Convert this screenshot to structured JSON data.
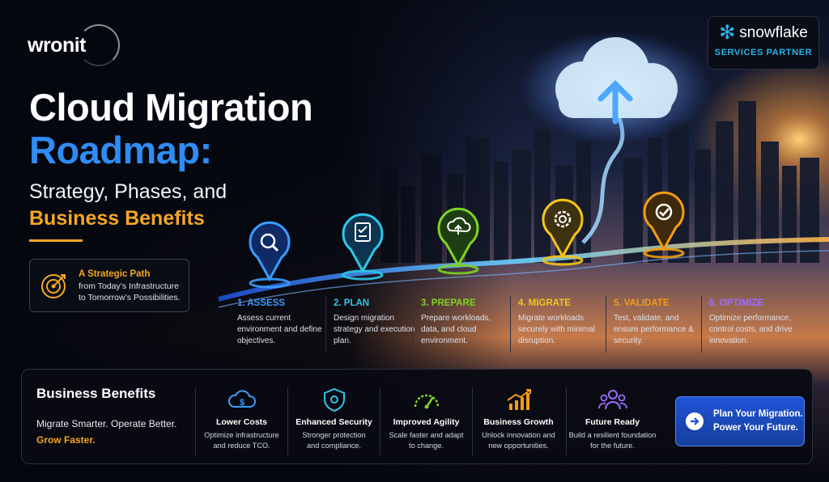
{
  "brand": {
    "name": "wronit"
  },
  "partner": {
    "name": "snowflake",
    "badge": "SERVICES PARTNER"
  },
  "hero": {
    "title_line1": "Cloud Migration",
    "title_line2": "Roadmap:",
    "subtitle_line1": "Strategy, Phases, and",
    "subtitle_line2": "Business Benefits"
  },
  "strategic_path": {
    "heading": "A Strategic Path",
    "line1": "from Today’s Infrastructure",
    "line2": "to Tomorrow’s Possibilities."
  },
  "steps": [
    {
      "title": "1. ASSESS",
      "desc": "Assess current environment and define objectives.",
      "color": "#3b9cff",
      "icon": "search-icon"
    },
    {
      "title": "2. PLAN",
      "desc": "Design migration strategy and execution plan.",
      "color": "#2ec6e8",
      "icon": "clipboard-check-icon"
    },
    {
      "title": "3. PREPARE",
      "desc": "Prepare workloads, data, and cloud environment.",
      "color": "#7ed321",
      "icon": "cloud-upload-icon"
    },
    {
      "title": "4. MIGRATE",
      "desc": "Migrate workloads securely with minimal disruption.",
      "color": "#f5c518",
      "icon": "gear-icon"
    },
    {
      "title": "5. VALIDATE",
      "desc": "Test, validate, and ensure performance & security.",
      "color": "#f39c12",
      "icon": "check-circle-icon"
    },
    {
      "title": "6. OPTIMIZE",
      "desc": "Optimize performance, control costs, and drive innovation.",
      "color": "#9b6dff",
      "icon": "none"
    }
  ],
  "benefits": {
    "title": "Business Benefits",
    "tagline": "Migrate Smarter. Operate Better.",
    "tagline_accent": "Grow Faster.",
    "items": [
      {
        "title": "Lower Costs",
        "desc1": "Optimize infrastructure",
        "desc2": "and reduce TCO.",
        "icon": "cloud-dollar-icon",
        "color": "#3b9cff"
      },
      {
        "title": "Enhanced Security",
        "desc1": "Stronger protection",
        "desc2": "and compliance.",
        "icon": "shield-icon",
        "color": "#2ec6e8"
      },
      {
        "title": "Improved Agility",
        "desc1": "Scale faster and adapt",
        "desc2": "to change.",
        "icon": "speedometer-icon",
        "color": "#7ed321"
      },
      {
        "title": "Business Growth",
        "desc1": "Unlock innovation and",
        "desc2": "new opportunities.",
        "icon": "growth-chart-icon",
        "color": "#f39c12"
      },
      {
        "title": "Future Ready",
        "desc1": "Build a resilient foundation",
        "desc2": "for the future.",
        "icon": "team-icon",
        "color": "#9b6dff"
      }
    ]
  },
  "cta": {
    "line1": "Plan Your Migration.",
    "line2": "Power Your Future."
  }
}
